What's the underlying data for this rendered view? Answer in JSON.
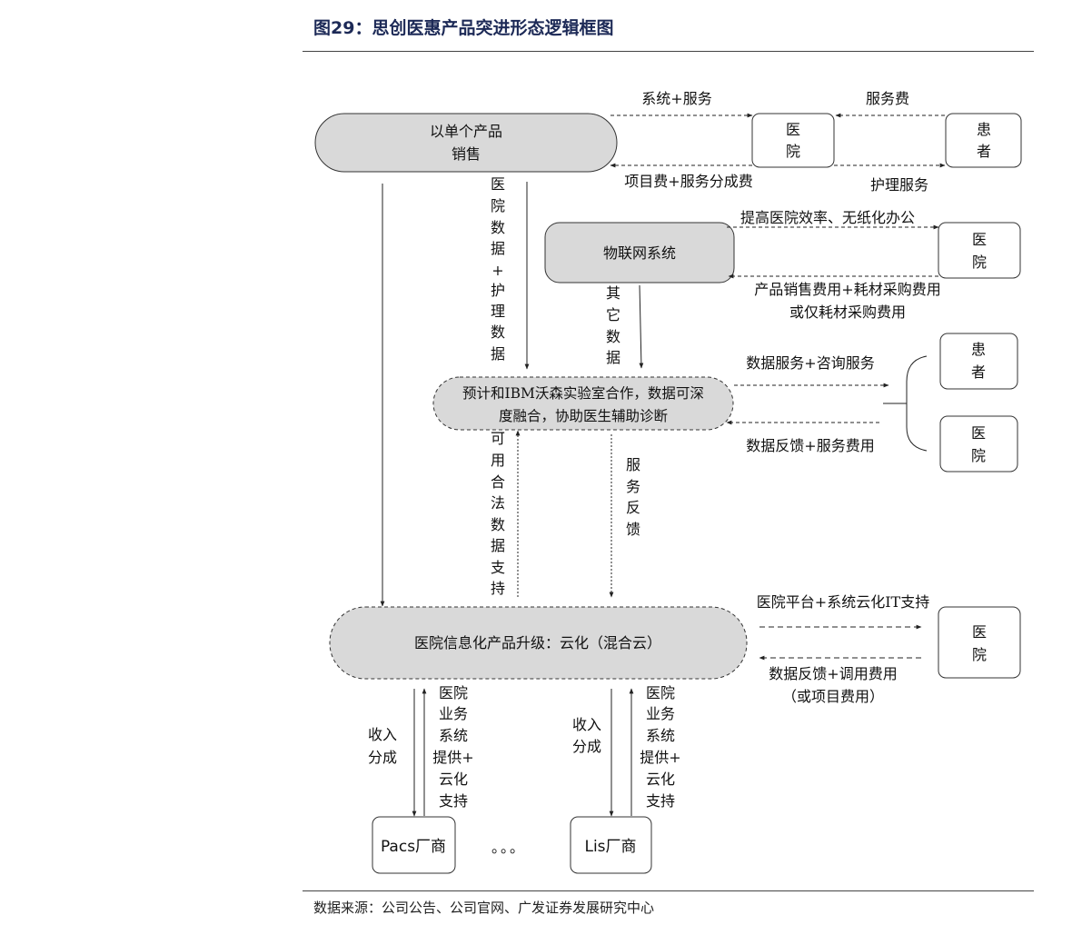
{
  "title": "图29：思创医惠产品突进形态逻辑框图",
  "source": "数据来源：公司公告、公司官网、广发证券发展研究中心",
  "nodes": {
    "single_product": [
      "以单个产品",
      "销售"
    ],
    "iot_system": "物联网系统",
    "ibm": [
      "预计和IBM沃森实验室合作，数据可深",
      "度融合，协助医生辅助诊断"
    ],
    "cloud": "医院信息化产品升级：云化（混合云）",
    "hospital": [
      "医",
      "院"
    ],
    "patient": [
      "患",
      "者"
    ],
    "pacs": "Pacs厂商",
    "lis": "Lis厂商",
    "ellipsis": "。。。"
  },
  "labels": {
    "sys_service": "系统+服务",
    "service_fee": "服务费",
    "project_fee": "项目费+服务分成费",
    "nursing_service": "护理服务",
    "improve_efficiency": "提高医院效率、无纸化办公",
    "product_sales_fee": [
      "产品销售费用+耗材采购费用",
      "或仅耗材采购费用"
    ],
    "data_consult": "数据服务+咨询服务",
    "data_feedback": "数据反馈+服务费用",
    "hosp_data_nursing": [
      "医",
      "院",
      "数",
      "据",
      "+",
      "护",
      "理",
      "数",
      "据"
    ],
    "other_data": [
      "其",
      "它",
      "数",
      "据"
    ],
    "legal_data": [
      "可",
      "用",
      "合",
      "法",
      "数",
      "据",
      "支",
      "持"
    ],
    "service_feedback": [
      "服",
      "务",
      "反",
      "馈"
    ],
    "platform_it": "医院平台+系统云化IT支持",
    "feedback_call": [
      "数据反馈+调用费用",
      "（或项目费用）"
    ],
    "revenue_share": [
      "收入",
      "分成"
    ],
    "hosp_business": [
      "医院",
      "业务",
      "系统",
      "提供+",
      "云化",
      "支持"
    ]
  }
}
